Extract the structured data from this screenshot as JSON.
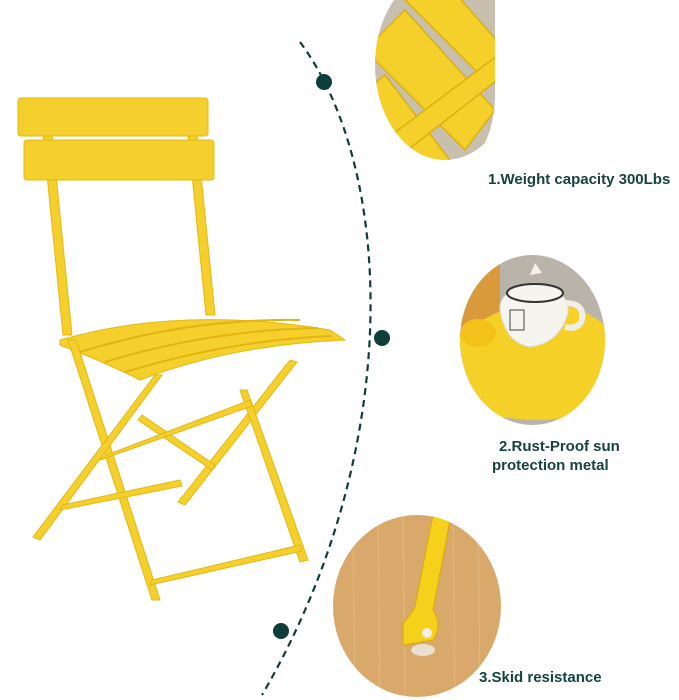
{
  "colors": {
    "accent_dark_green": "#0f3d3a",
    "label_text": "#17433f",
    "chair_yellow": "#f5d02a",
    "wood": "#d9ad6f",
    "background": "#ffffff"
  },
  "main_image": {
    "subject": "yellow folding bistro chair",
    "icon": "chair-illustration"
  },
  "timeline": {
    "style": "dashed curved line",
    "dots": 3
  },
  "features": [
    {
      "number": "1",
      "label": "1.Weight capacity 300Lbs",
      "image": "seat-slats-closeup"
    },
    {
      "number": "2",
      "label_line1": "2.Rust-Proof  sun",
      "label_line2": "protection metal",
      "image": "table-with-teapot-closeup"
    },
    {
      "number": "3",
      "label": "3.Skid resistance",
      "image": "foot-pad-on-wood-floor-closeup"
    }
  ]
}
